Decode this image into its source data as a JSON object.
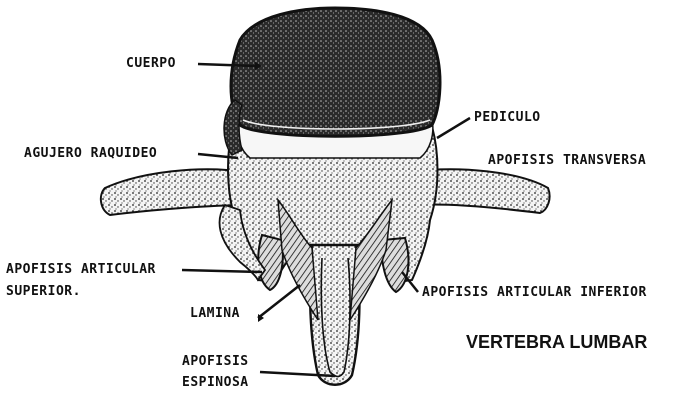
{
  "title": "VERTEBRA LUMBAR",
  "labels": {
    "cuerpo": "CUERPO",
    "pediculo": "PEDICULO",
    "agujero_raquideo": "AGUJERO RAQUIDEO",
    "apofisis_transversa": "APOFISIS TRANSVERSA",
    "apofisis_articular_superior_1": "APOFISIS ARTICULAR",
    "apofisis_articular_superior_2": "SUPERIOR.",
    "lamina": "LAMINA",
    "apofisis_articular_inferior": "APOFISIS ARTICULAR INFERIOR",
    "apofisis_espinosa_1": "APOFISIS",
    "apofisis_espinosa_2": "ESPINOSA"
  }
}
